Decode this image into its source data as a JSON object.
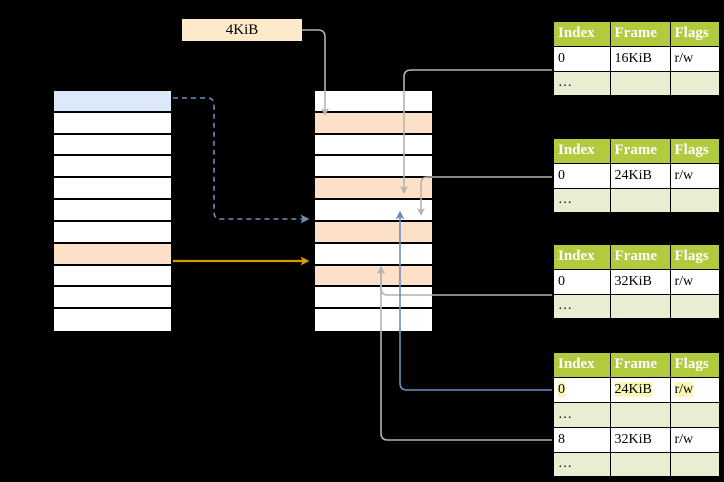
{
  "diagram": {
    "title": "page-table-walk",
    "label_chip": {
      "text": "4KiB"
    },
    "colors": {
      "header_green": "#b2ca3e",
      "row_alt_green": "#e7eed2",
      "highlight_yellow": "#fbf6b5",
      "peach": "#fde0c8",
      "blue_row": "#dbe9fa",
      "chip_cream": "#fdeacb",
      "orange_arrow": "#d79b00",
      "blue_arrow": "#6c8ebf",
      "gray_arrow": "#b3b3b3"
    },
    "virtual_table": {
      "name": "left-memory-column",
      "row_count": 11,
      "rows": [
        {
          "fill": "blue",
          "text": ""
        },
        {
          "fill": "white",
          "text": ""
        },
        {
          "fill": "white",
          "text": ""
        },
        {
          "fill": "white",
          "text": ""
        },
        {
          "fill": "white",
          "text": ""
        },
        {
          "fill": "white",
          "text": ""
        },
        {
          "fill": "white",
          "text": ""
        },
        {
          "fill": "peach",
          "text": ""
        },
        {
          "fill": "white",
          "text": ""
        },
        {
          "fill": "white",
          "text": ""
        },
        {
          "fill": "white",
          "text": ""
        }
      ]
    },
    "physical_table": {
      "name": "middle-memory-column",
      "row_count": 11,
      "rows": [
        {
          "fill": "white",
          "text": ""
        },
        {
          "fill": "peach",
          "text": ""
        },
        {
          "fill": "white",
          "text": ""
        },
        {
          "fill": "white",
          "text": ""
        },
        {
          "fill": "peach",
          "text": ""
        },
        {
          "fill": "white",
          "text": ""
        },
        {
          "fill": "peach",
          "text": ""
        },
        {
          "fill": "white",
          "text": ""
        },
        {
          "fill": "peach",
          "text": ""
        },
        {
          "fill": "white",
          "text": ""
        },
        {
          "fill": "white",
          "text": ""
        }
      ]
    },
    "page_tables": [
      {
        "name": "page-table-1",
        "headers": [
          "Index",
          "Frame",
          "Flags"
        ],
        "rows": [
          {
            "cells": [
              "0",
              "16KiB",
              "r/w"
            ],
            "alt": false,
            "highlight": [
              false,
              false,
              false
            ]
          },
          {
            "cells": [
              "…",
              "",
              ""
            ],
            "alt": true,
            "highlight": [
              false,
              false,
              false
            ]
          }
        ]
      },
      {
        "name": "page-table-2",
        "headers": [
          "Index",
          "Frame",
          "Flags"
        ],
        "rows": [
          {
            "cells": [
              "0",
              "24KiB",
              "r/w"
            ],
            "alt": false,
            "highlight": [
              false,
              false,
              false
            ]
          },
          {
            "cells": [
              "…",
              "",
              ""
            ],
            "alt": true,
            "highlight": [
              false,
              false,
              false
            ]
          }
        ]
      },
      {
        "name": "page-table-3",
        "headers": [
          "Index",
          "Frame",
          "Flags"
        ],
        "rows": [
          {
            "cells": [
              "0",
              "32KiB",
              "r/w"
            ],
            "alt": false,
            "highlight": [
              false,
              false,
              false
            ]
          },
          {
            "cells": [
              "…",
              "",
              ""
            ],
            "alt": true,
            "highlight": [
              false,
              false,
              false
            ]
          }
        ]
      },
      {
        "name": "page-table-4",
        "headers": [
          "Index",
          "Frame",
          "Flags"
        ],
        "rows": [
          {
            "cells": [
              "0",
              "24KiB",
              "r/w"
            ],
            "alt": false,
            "highlight": [
              true,
              true,
              true
            ]
          },
          {
            "cells": [
              "…",
              "",
              ""
            ],
            "alt": true,
            "highlight": [
              false,
              false,
              false
            ]
          },
          {
            "cells": [
              "8",
              "32KiB",
              "r/w"
            ],
            "alt": false,
            "highlight": [
              false,
              false,
              false
            ]
          },
          {
            "cells": [
              "…",
              "",
              ""
            ],
            "alt": true,
            "highlight": [
              false,
              false,
              false
            ]
          }
        ]
      }
    ]
  }
}
